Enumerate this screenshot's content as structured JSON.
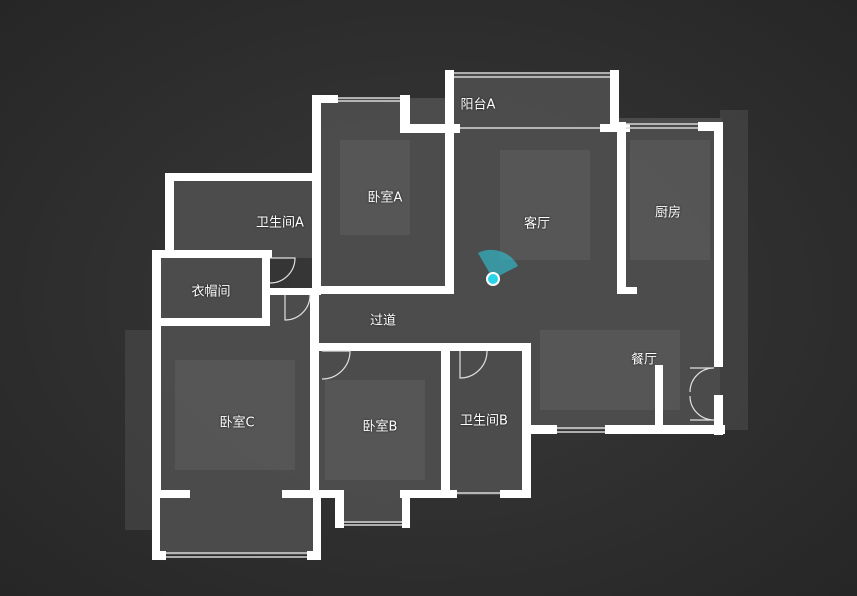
{
  "colors": {
    "background": "#2f2f2f",
    "wall": "#ffffff",
    "floor": "#555555",
    "marker": "#2ad4e8"
  },
  "rooms": {
    "balcony_a": "阳台A",
    "bedroom_a": "卧室A",
    "living_room": "客厅",
    "kitchen": "厨房",
    "bathroom_a": "卫生间A",
    "cloakroom": "衣帽间",
    "corridor": "过道",
    "dining_room": "餐厅",
    "bedroom_c": "卧室C",
    "bedroom_b": "卧室B",
    "bathroom_b": "卫生间B"
  },
  "viewer": {
    "marker_icon": "camera-position-icon"
  }
}
